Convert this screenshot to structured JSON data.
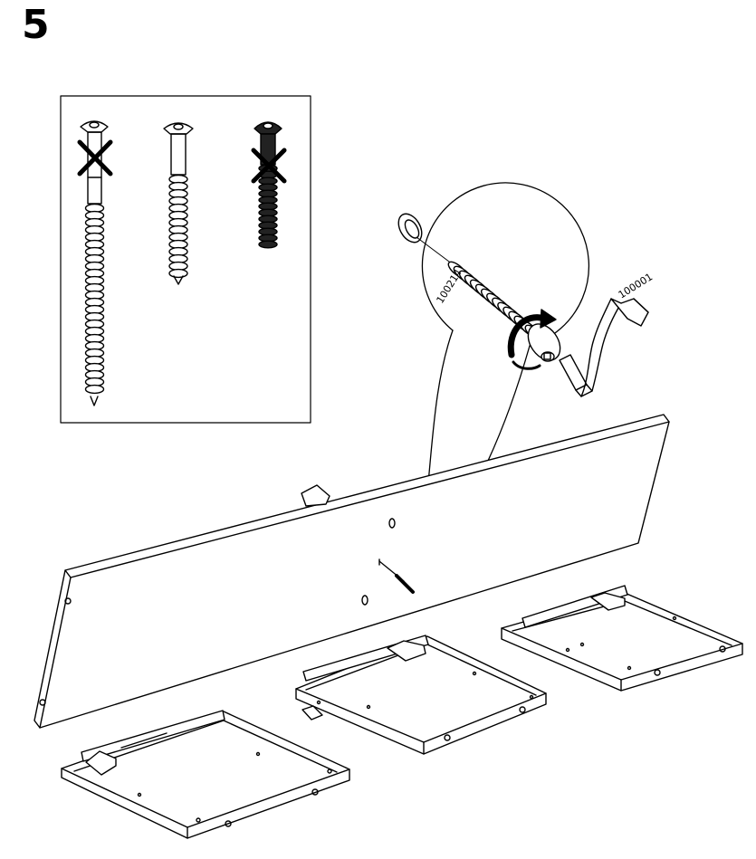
{
  "step": {
    "number": "5"
  },
  "labels": {
    "screw_part": "100214",
    "key_part": "100001"
  },
  "colors": {
    "ink": "#000000",
    "paper": "#ffffff",
    "fill_dark": "#222222"
  }
}
